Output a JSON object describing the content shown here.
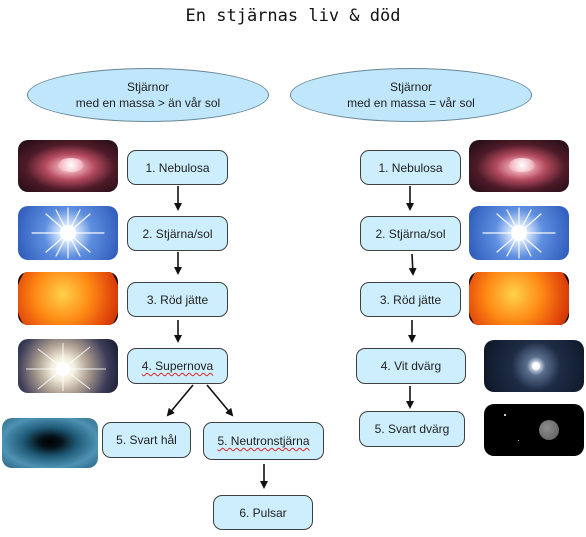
{
  "title": "En stjärnas liv & död",
  "left": {
    "header_line1": "Stjärnor",
    "header_line2": "med en massa > än vår sol",
    "step1": "1. Nebulosa",
    "step2": "2. Stjärna/sol",
    "step3": "3. Röd jätte",
    "step4": "4. Supernova",
    "step5a": "5. Svart hål",
    "step5b": "5. Neutronstjärna",
    "step6": "6. Pulsar"
  },
  "right": {
    "header_line1": "Stjärnor",
    "header_line2": "med en massa = vår sol",
    "step1": "1. Nebulosa",
    "step2": "2. Stjärna/sol",
    "step3": "3. Röd jätte",
    "step4": "4. Vit dvärg",
    "step5": "5. Svart dvärg"
  },
  "colors": {
    "oval_fill": "#bfe6fa",
    "box_fill": "#cdeefc",
    "spellcheck_underline": "#d8262b"
  },
  "images": [
    "nebula-image",
    "bright-star-image",
    "red-giant-image",
    "supernova-image",
    "black-hole-image",
    "white-dwarf-image",
    "black-dwarf-image"
  ]
}
